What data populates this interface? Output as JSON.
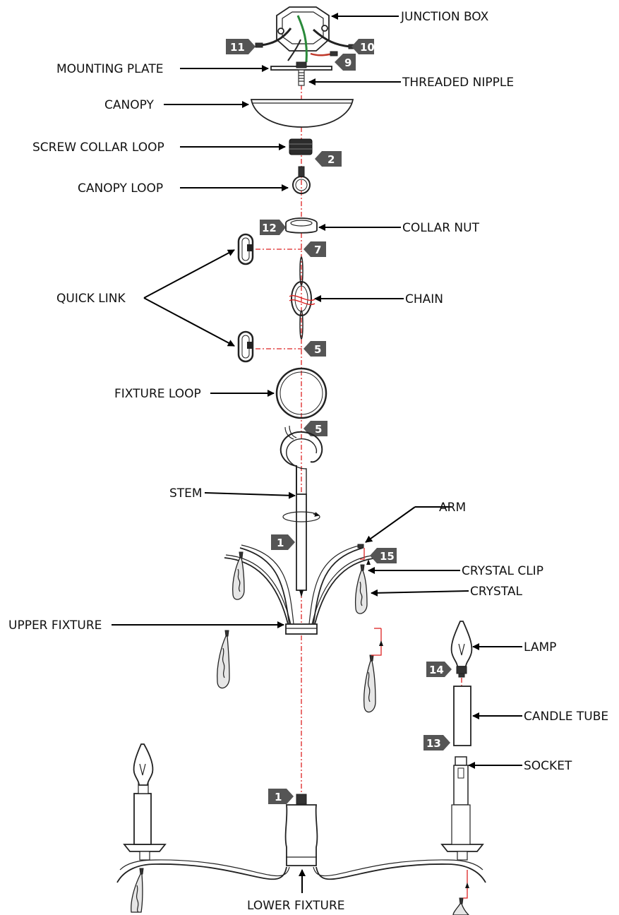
{
  "labels": {
    "junction_box": "JUNCTION BOX",
    "mounting_plate": "MOUNTING PLATE",
    "threaded_nipple": "THREADED NIPPLE",
    "canopy": "CANOPY",
    "screw_collar_loop": "SCREW COLLAR LOOP",
    "canopy_loop": "CANOPY LOOP",
    "collar_nut": "COLLAR NUT",
    "quick_link": "QUICK LINK",
    "chain": "CHAIN",
    "fixture_loop": "FIXTURE LOOP",
    "stem": "STEM",
    "arm": "ARM",
    "crystal_clip": "CRYSTAL CLIP",
    "crystal": "CRYSTAL",
    "lamp": "LAMP",
    "upper_fixture": "UPPER FIXTURE",
    "candle_tube": "CANDLE TUBE",
    "socket": "SOCKET",
    "lower_fixture": "LOWER FIXTURE"
  },
  "steps": {
    "s11": "11",
    "s10": "10",
    "s9": "9",
    "s2": "2",
    "s12": "12",
    "s7": "7",
    "s5a": "5",
    "s5b": "5",
    "s1a": "1",
    "s15": "15",
    "s14": "14",
    "s1b": "1",
    "s13": "13"
  },
  "colors": {
    "tag": "#555555",
    "guide_line": "#dd2222",
    "wire_green": "#2a8a3a",
    "wire_red": "#c0392b"
  }
}
